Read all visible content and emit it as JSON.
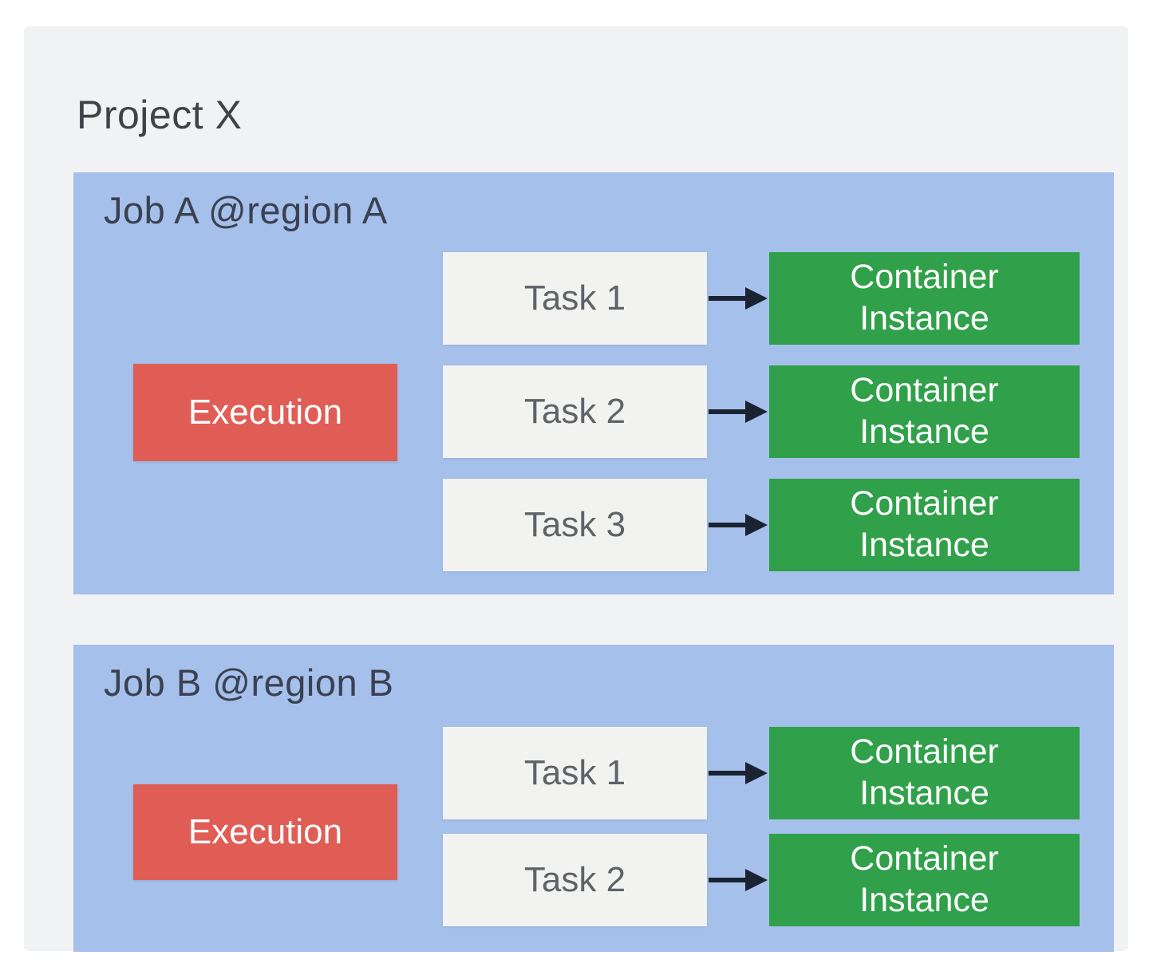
{
  "title": "Project X",
  "colors": {
    "panel": "#f1f2f4",
    "job-blue": "#a6c0ec",
    "execution-red": "#e05d56",
    "container-green": "#31a04a",
    "task-bg": "#f2f3f1",
    "arrow": "#1a2332"
  },
  "jobs": [
    {
      "title": "Job A @region A",
      "execution_label": "Execution",
      "tasks": [
        {
          "label": "Task 1",
          "target": "Container Instance"
        },
        {
          "label": "Task 2",
          "target": "Container Instance"
        },
        {
          "label": "Task 3",
          "target": "Container Instance"
        }
      ]
    },
    {
      "title": "Job B @region B",
      "execution_label": "Execution",
      "tasks": [
        {
          "label": "Task 1",
          "target": "Container Instance"
        },
        {
          "label": "Task 2",
          "target": "Container Instance"
        }
      ]
    }
  ]
}
